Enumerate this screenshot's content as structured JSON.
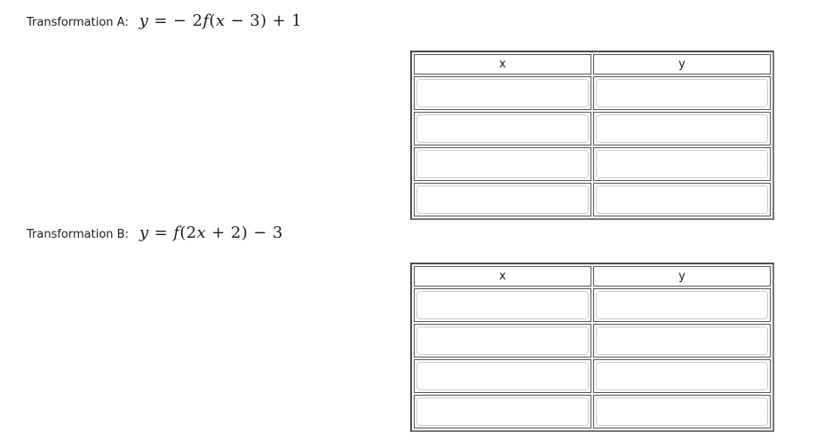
{
  "page": {
    "background": "#ffffff",
    "text_color": "#1c1c1c"
  },
  "colors": {
    "table_outer_border": "#4c4c4c",
    "table_cell_border": "#565656",
    "input_border": "#cccccc",
    "input_background": "#ffffff"
  },
  "transformation_a": {
    "label": "Transformation A:",
    "formula_plain": "y = − 2f(x − 3) + 1",
    "formula_parts": {
      "v1": "y",
      "o1": " = − 2",
      "v2": "f",
      "o2": "(",
      "v3": "x",
      "o3": " − 3) + 1"
    },
    "table": {
      "header_x": "x",
      "header_y": "y",
      "row_count": 4,
      "input_value": "",
      "input_placeholder": ""
    }
  },
  "transformation_b": {
    "label": "Transformation B:",
    "formula_plain": "y = f(2x + 2) − 3",
    "formula_parts": {
      "v1": "y",
      "o1": " = ",
      "v2": "f",
      "o2": "(2",
      "v3": "x",
      "o3": " + 2) − 3"
    },
    "table": {
      "header_x": "x",
      "header_y": "y",
      "row_count": 4,
      "input_value": "",
      "input_placeholder": ""
    }
  }
}
